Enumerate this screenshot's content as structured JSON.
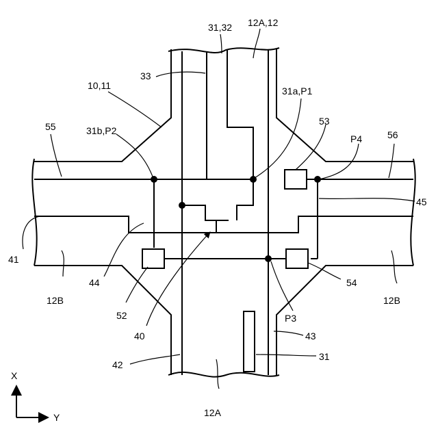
{
  "labels": {
    "l_31_32": "31,32",
    "l_12A_12": "12A,12",
    "l_33": "33",
    "l_10_11": "10,11",
    "l_31a_P1": "31a,P1",
    "l_55": "55",
    "l_31b_P2": "31b,P2",
    "l_53": "53",
    "l_P4": "P4",
    "l_56": "56",
    "l_45": "45",
    "l_41": "41",
    "l_12B_left": "12B",
    "l_44": "44",
    "l_52": "52",
    "l_54": "54",
    "l_12B_right": "12B",
    "l_P3": "P3",
    "l_40": "40",
    "l_43": "43",
    "l_31": "31",
    "l_42": "42",
    "l_12A": "12A",
    "axis_x": "X",
    "axis_y": "Y"
  }
}
